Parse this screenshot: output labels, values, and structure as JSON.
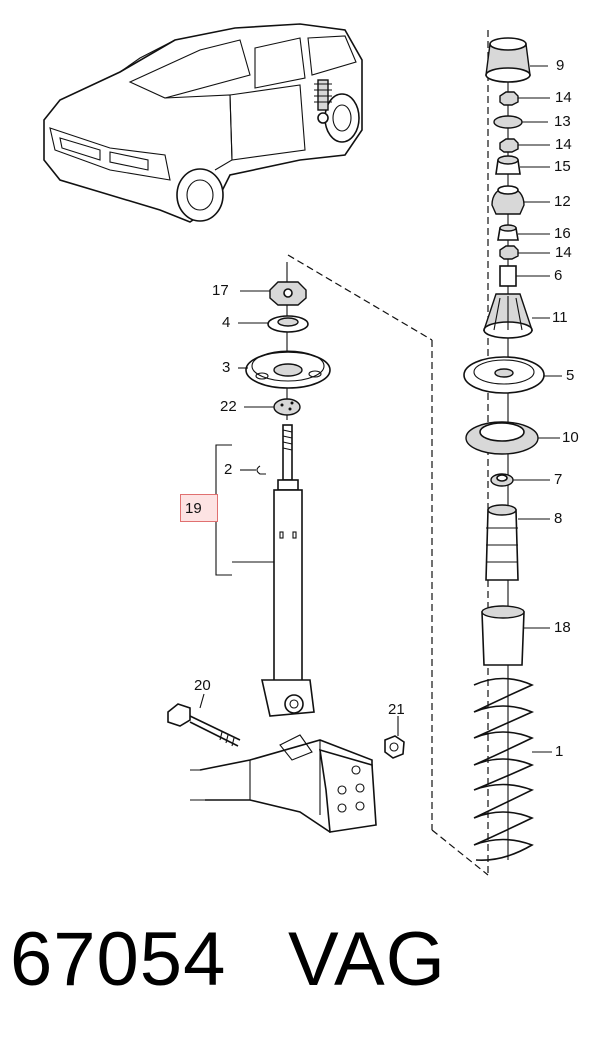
{
  "callouts": {
    "c9": "9",
    "c14a": "14",
    "c13": "13",
    "c14b": "14",
    "c15": "15",
    "c12": "12",
    "c16": "16",
    "c14c": "14",
    "c6": "6",
    "c11": "11",
    "c5": "5",
    "c10": "10",
    "c7": "7",
    "c8": "8",
    "c18": "18",
    "c1": "1",
    "c17": "17",
    "c4": "4",
    "c3": "3",
    "c22": "22",
    "c2": "2",
    "c19": "19",
    "c20": "20",
    "c21": "21"
  },
  "footer": {
    "part_number": "67054",
    "brand": "VAG"
  },
  "colors": {
    "line": "#111111",
    "highlight_fill": "#fde3e3",
    "highlight_border": "#e07070"
  }
}
